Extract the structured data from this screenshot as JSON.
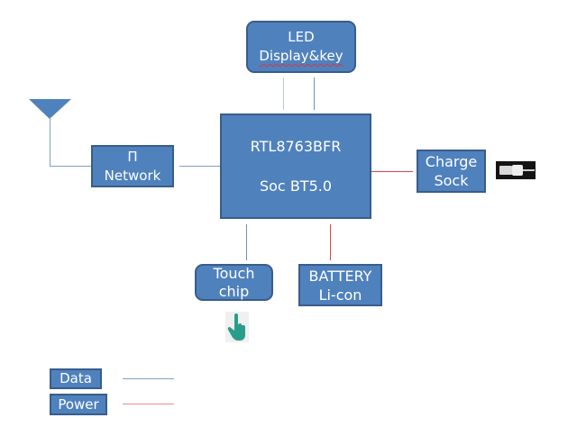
{
  "diagram": {
    "title": "",
    "nodes": {
      "led": {
        "lines": [
          "LED",
          "Display&key"
        ]
      },
      "soc": {
        "lines": [
          "RTL8763BFR",
          "Soc BT5.0"
        ]
      },
      "pi_network": {
        "lines": [
          "Π",
          "Network"
        ]
      },
      "charge": {
        "lines": [
          "Charge",
          "Sock"
        ]
      },
      "touch": {
        "lines": [
          "Touch",
          "chip"
        ]
      },
      "battery": {
        "lines": [
          "BATTERY",
          "Li-con"
        ]
      }
    },
    "icons": {
      "antenna": "antenna-icon",
      "usb": "usb-cable-icon",
      "hand": "touch-hand-icon"
    },
    "connections": [
      {
        "from": "led",
        "to": "soc",
        "type": "data"
      },
      {
        "from": "led",
        "to": "soc",
        "type": "data"
      },
      {
        "from": "antenna",
        "to": "pi_network",
        "type": "data"
      },
      {
        "from": "pi_network",
        "to": "soc",
        "type": "data"
      },
      {
        "from": "soc",
        "to": "charge",
        "type": "power"
      },
      {
        "from": "soc",
        "to": "touch",
        "type": "data"
      },
      {
        "from": "soc",
        "to": "battery",
        "type": "power"
      }
    ],
    "legend": [
      {
        "label": "Data",
        "color": "#7f9fc8"
      },
      {
        "label": "Power",
        "color": "#e0434f"
      }
    ]
  },
  "colors": {
    "box_fill": "#4f81bd",
    "box_border": "#385d8a",
    "data_line": "#7f9fc8",
    "power_line": "#e0434f",
    "hand": "#2a9d8a"
  }
}
